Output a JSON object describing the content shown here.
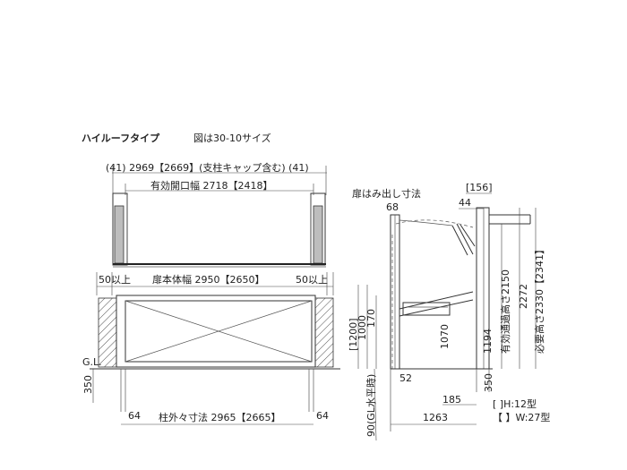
{
  "title": "ハイルーフタイプ",
  "subtitle": "図は30-10サイズ",
  "front_top": {
    "overall": "(41) 2969【2669】(支柱キャップ含む) (41)",
    "opening": "有効開口幅 2718【2418】",
    "clearance_left": "50以上",
    "clearance_right": "50以上",
    "body_width": "扉本体幅 2950【2650】"
  },
  "front_bottom": {
    "gl_label": "G.L.",
    "depth": "350",
    "post_left": "64",
    "post_right": "64",
    "post_outer": "柱外々寸法 2965【2665】"
  },
  "side": {
    "protrusion_label": "扉はみ出し寸法",
    "top_bracket": "[156]",
    "d44": "44",
    "d68": "68",
    "d1200": "[1200]",
    "d1000": "1000",
    "d170": "170",
    "d1070": "1070",
    "d1194": "1194",
    "d52": "52",
    "d350": "350",
    "d185": "185",
    "d1263": "1263",
    "gl_level": "90(GL水平時)",
    "effective_height": "有効通過高さ2150",
    "d2272": "2272",
    "required_height": "必要高さ2330【2341】"
  },
  "legend": {
    "h_type": "[ ]H:12型",
    "w_type": "【 】W:27型"
  }
}
